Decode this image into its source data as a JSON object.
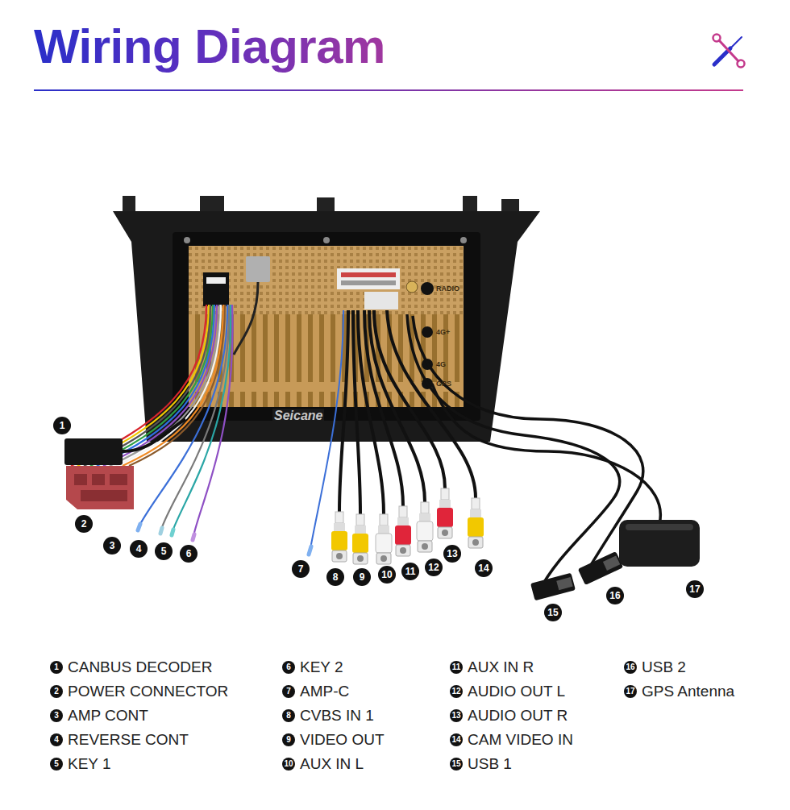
{
  "diagram": {
    "title": "Wiring Diagram",
    "labels": [
      "1",
      "2",
      "3",
      "4",
      "5",
      "6",
      "7",
      "8",
      "9",
      "10",
      "11",
      "12",
      "13",
      "14",
      "15",
      "16",
      "17",
      "Seicane",
      "RADIO",
      "4G+",
      "4G",
      "GPS",
      "1",
      "CANBUS DECODER",
      "2",
      "POWER CONNECTOR",
      "3",
      "AMP CONT",
      "4",
      "REVERSE CONT",
      "5",
      "KEY 1",
      "6",
      "KEY 2",
      "7",
      "AMP-C",
      "8",
      "CVBS IN 1",
      "9",
      "VIDEO OUT",
      "10",
      "AUX IN L",
      "11",
      "AUX IN R",
      "12",
      "AUDIO OUT L",
      "13",
      "AUDIO OUT R",
      "14",
      "CAM VIDEO IN",
      "15",
      "USB 1",
      "16",
      "USB 2",
      "17",
      "GPS Antenna"
    ]
  }
}
